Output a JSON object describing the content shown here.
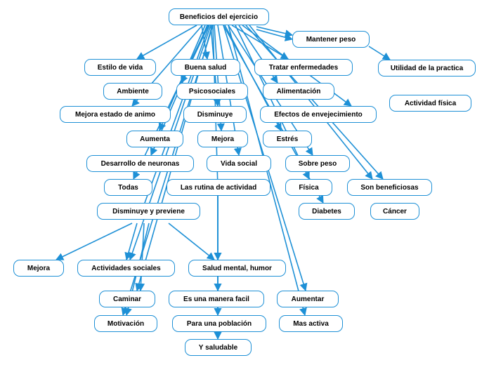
{
  "colors": {
    "edge": "#1e90d6",
    "node_border": "#1e90d6",
    "text": "#000000"
  },
  "nodes": {
    "root": "Beneficios del ejercicio",
    "mantener_peso": "Mantener peso",
    "utilidad_practica": "Utilidad de la practica",
    "estilo_de_vida": "Estilo de vida",
    "buena_salud": "Buena salud",
    "tratar_enfermedades": "Tratar enfermedades",
    "ambiente": "Ambiente",
    "psicosociales": "Psicosociales",
    "alimentacion": "Alimentación",
    "actividad_fisica": "Actividad física",
    "mejora_estado_animo": "Mejora estado de animo",
    "disminuye": "Disminuye",
    "efectos_envejecimiento": "Efectos de envejecimiento",
    "aumenta": "Aumenta",
    "mejora_1": "Mejora",
    "estres": "Estrés",
    "desarrollo_neuronas": "Desarrollo de neuronas",
    "vida_social": "Vida social",
    "sobre_peso": "Sobre peso",
    "todas": "Todas",
    "rutina_actividad": "Las rutina de actividad",
    "fisica": "Física",
    "son_beneficiosas": "Son beneficiosas",
    "disminuye_previene": "Disminuye y previene",
    "diabetes": "Diabetes",
    "cancer": "Cáncer",
    "mejora_2": "Mejora",
    "actividades_sociales": "Actividades sociales",
    "salud_mental": "Salud mental, humor",
    "caminar": "Caminar",
    "manera_facil": "Es una manera facil",
    "aumentar": "Aumentar",
    "motivacion": "Motivación",
    "para_poblacion": "Para una población",
    "mas_activa": "Mas activa",
    "y_saludable": "Y saludable"
  }
}
